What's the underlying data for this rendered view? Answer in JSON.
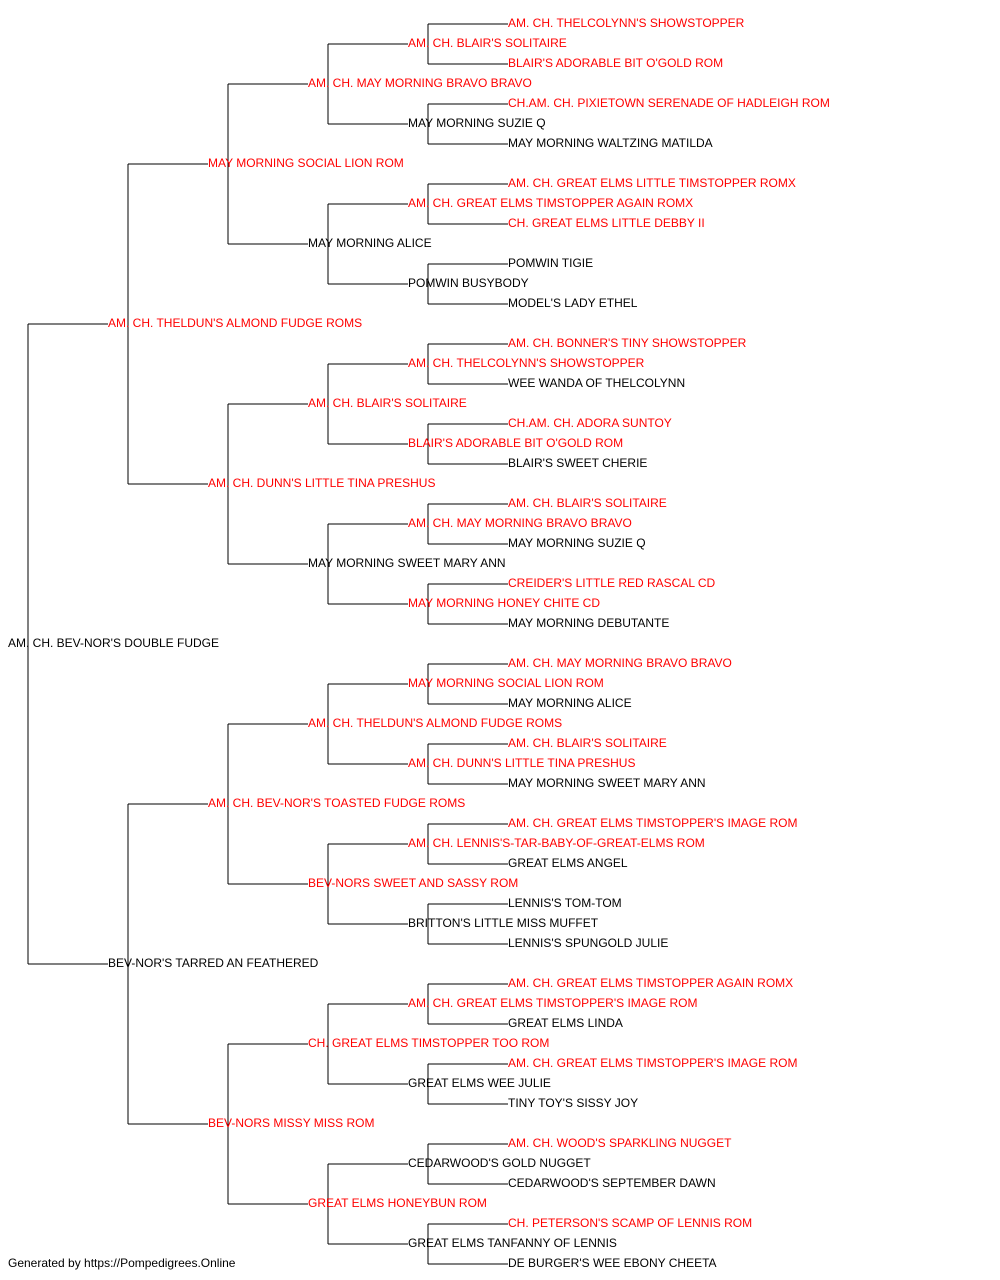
{
  "colors": {
    "champion": "#ff0000",
    "normal": "#000000",
    "line": "#000000"
  },
  "pedigree": {
    "generations": [
      [
        {
          "name": "AM. CH. BEV-NOR'S DOUBLE FUDGE",
          "highlight": false
        }
      ],
      [
        {
          "name": "AM. CH. THELDUN'S ALMOND FUDGE ROMS",
          "highlight": true
        },
        {
          "name": "BEV-NOR'S TARRED AN FEATHERED",
          "highlight": false
        }
      ],
      [
        {
          "name": "MAY MORNING SOCIAL LION ROM",
          "highlight": true
        },
        {
          "name": "AM. CH. DUNN'S LITTLE TINA PRESHUS",
          "highlight": true
        },
        {
          "name": "AM. CH. BEV-NOR'S TOASTED FUDGE ROMS",
          "highlight": true
        },
        {
          "name": "BEV-NORS MISSY MISS ROM",
          "highlight": true
        }
      ],
      [
        {
          "name": "AM. CH. MAY MORNING BRAVO BRAVO",
          "highlight": true
        },
        {
          "name": "MAY MORNING ALICE",
          "highlight": false
        },
        {
          "name": "AM. CH. BLAIR'S SOLITAIRE",
          "highlight": true
        },
        {
          "name": "MAY MORNING SWEET MARY ANN",
          "highlight": false
        },
        {
          "name": "AM. CH. THELDUN'S ALMOND FUDGE ROMS",
          "highlight": true
        },
        {
          "name": "BEV-NORS SWEET AND SASSY ROM",
          "highlight": true
        },
        {
          "name": "CH. GREAT ELMS TIMSTOPPER TOO ROM",
          "highlight": true
        },
        {
          "name": "GREAT ELMS HONEYBUN ROM",
          "highlight": true
        }
      ],
      [
        {
          "name": "AM. CH. BLAIR'S SOLITAIRE",
          "highlight": true
        },
        {
          "name": "MAY MORNING SUZIE Q",
          "highlight": false
        },
        {
          "name": "AM. CH. GREAT ELMS TIMSTOPPER AGAIN ROMX",
          "highlight": true
        },
        {
          "name": "POMWIN BUSYBODY",
          "highlight": false
        },
        {
          "name": "AM. CH. THELCOLYNN'S SHOWSTOPPER",
          "highlight": true
        },
        {
          "name": "BLAIR'S ADORABLE BIT O'GOLD ROM",
          "highlight": true
        },
        {
          "name": "AM. CH. MAY MORNING BRAVO BRAVO",
          "highlight": true
        },
        {
          "name": "MAY MORNING HONEY CHITE CD",
          "highlight": true
        },
        {
          "name": "MAY MORNING SOCIAL LION ROM",
          "highlight": true
        },
        {
          "name": "AM. CH. DUNN'S LITTLE TINA PRESHUS",
          "highlight": true
        },
        {
          "name": "AM. CH. LENNIS'S-TAR-BABY-OF-GREAT-ELMS ROM",
          "highlight": true
        },
        {
          "name": "BRITTON'S LITTLE MISS MUFFET",
          "highlight": false
        },
        {
          "name": "AM. CH. GREAT ELMS TIMSTOPPER'S IMAGE ROM",
          "highlight": true
        },
        {
          "name": "GREAT ELMS WEE JULIE",
          "highlight": false
        },
        {
          "name": "CEDARWOOD'S GOLD NUGGET",
          "highlight": false
        },
        {
          "name": "GREAT ELMS TANFANNY OF LENNIS",
          "highlight": false
        }
      ],
      [
        {
          "name": "AM. CH. THELCOLYNN'S SHOWSTOPPER",
          "highlight": true
        },
        {
          "name": "BLAIR'S ADORABLE BIT O'GOLD ROM",
          "highlight": true
        },
        {
          "name": "CH.AM. CH. PIXIETOWN SERENADE OF HADLEIGH ROM",
          "highlight": true
        },
        {
          "name": "MAY MORNING WALTZING MATILDA",
          "highlight": false
        },
        {
          "name": "AM. CH. GREAT ELMS LITTLE TIMSTOPPER ROMX",
          "highlight": true
        },
        {
          "name": "CH. GREAT ELMS LITTLE DEBBY II",
          "highlight": true
        },
        {
          "name": "POMWIN TIGIE",
          "highlight": false
        },
        {
          "name": "MODEL'S LADY ETHEL",
          "highlight": false
        },
        {
          "name": "AM. CH. BONNER'S TINY SHOWSTOPPER",
          "highlight": true
        },
        {
          "name": "WEE WANDA OF THELCOLYNN",
          "highlight": false
        },
        {
          "name": "CH.AM. CH. ADORA SUNTOY",
          "highlight": true
        },
        {
          "name": "BLAIR'S SWEET CHERIE",
          "highlight": false
        },
        {
          "name": "AM. CH. BLAIR'S SOLITAIRE",
          "highlight": true
        },
        {
          "name": "MAY MORNING SUZIE Q",
          "highlight": false
        },
        {
          "name": "CREIDER'S LITTLE RED RASCAL CD",
          "highlight": true
        },
        {
          "name": "MAY MORNING DEBUTANTE",
          "highlight": false
        },
        {
          "name": "AM. CH. MAY MORNING BRAVO BRAVO",
          "highlight": true
        },
        {
          "name": "MAY MORNING ALICE",
          "highlight": false
        },
        {
          "name": "AM. CH. BLAIR'S SOLITAIRE",
          "highlight": true
        },
        {
          "name": "MAY MORNING SWEET MARY ANN",
          "highlight": false
        },
        {
          "name": "AM. CH. GREAT ELMS TIMSTOPPER'S IMAGE ROM",
          "highlight": true
        },
        {
          "name": "GREAT ELMS ANGEL",
          "highlight": false
        },
        {
          "name": "LENNIS'S TOM-TOM",
          "highlight": false
        },
        {
          "name": "LENNIS'S SPUNGOLD JULIE",
          "highlight": false
        },
        {
          "name": "AM. CH. GREAT ELMS TIMSTOPPER AGAIN ROMX",
          "highlight": true
        },
        {
          "name": "GREAT ELMS LINDA",
          "highlight": false
        },
        {
          "name": "AM. CH. GREAT ELMS TIMSTOPPER'S IMAGE ROM",
          "highlight": true
        },
        {
          "name": "TINY TOY'S SISSY JOY",
          "highlight": false
        },
        {
          "name": "AM. CH. WOOD'S SPARKLING NUGGET",
          "highlight": true
        },
        {
          "name": "CEDARWOOD'S SEPTEMBER DAWN",
          "highlight": false
        },
        {
          "name": "CH. PETERSON'S SCAMP OF LENNIS ROM",
          "highlight": true
        },
        {
          "name": "DE BURGER'S WEE EBONY CHEETA",
          "highlight": false
        }
      ]
    ]
  },
  "footer": {
    "text": "Generated by https://Pompedigrees.Online"
  }
}
